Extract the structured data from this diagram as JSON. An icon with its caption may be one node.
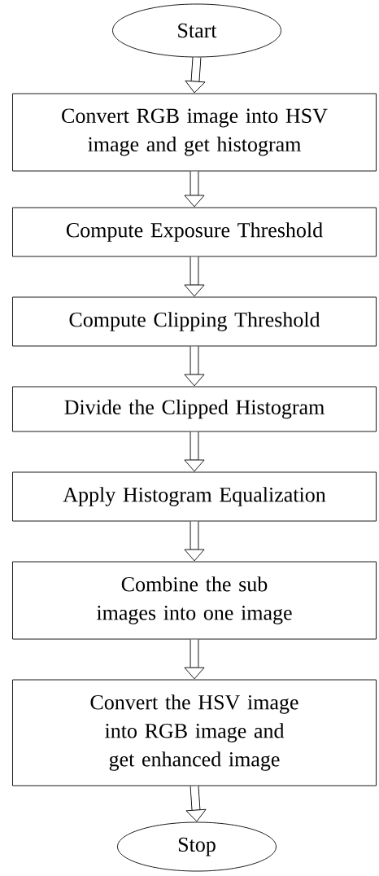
{
  "diagram": {
    "nodes": [
      {
        "text": [
          "Start"
        ]
      },
      {
        "text": [
          "Convert RGB image into HSV image and get histogram"
        ]
      },
      {
        "text": [
          "Compute Exposure Threshold"
        ]
      },
      {
        "text": [
          "Compute Clipping Threshold"
        ]
      },
      {
        "text": [
          "Divide the Clipped Histogram"
        ]
      },
      {
        "text": [
          "Apply Histogram Equalization"
        ]
      },
      {
        "text": [
          "Combine the sub images into one image"
        ]
      },
      {
        "text": [
          "Convert the HSV image into RGB image and get enhanced image"
        ]
      },
      {
        "text": [
          "Stop"
        ]
      }
    ],
    "edges": [
      {
        "from": 0,
        "to": 1,
        "arrow": "to"
      },
      {
        "from": 1,
        "to": 2,
        "arrow": "to"
      },
      {
        "from": 2,
        "to": 3,
        "arrow": "to"
      },
      {
        "from": 3,
        "to": 4,
        "arrow": "to"
      },
      {
        "from": 4,
        "to": 5,
        "arrow": "to"
      },
      {
        "from": 5,
        "to": 6,
        "arrow": "to"
      },
      {
        "from": 6,
        "to": 7,
        "arrow": "to"
      },
      {
        "from": 7,
        "to": 8,
        "arrow": "to"
      }
    ]
  }
}
